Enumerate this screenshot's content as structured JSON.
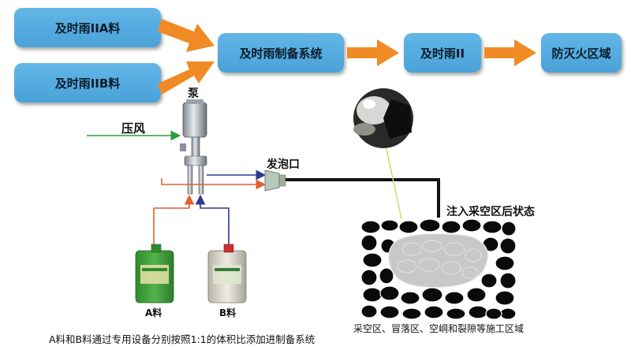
{
  "boxes": {
    "a_material": "及时雨IIA料",
    "b_material": "及时雨IIB料",
    "prep_system": "及时雨制备系统",
    "product": "及时雨II",
    "target_area": "防灭火区域"
  },
  "labels": {
    "pump": "泵",
    "compressed_air": "压风",
    "foam_outlet": "发泡口",
    "after_injection": "注入采空区后状态",
    "drum_a": "A料",
    "drum_b": "B料",
    "area_caption": "采空区、冒落区、空峒和裂隙等施工区域",
    "bottom_caption": "A料和B料通过专用设备分别按照1:1的体积比添加进制备系统"
  },
  "colors": {
    "box_fill": "#55aee2",
    "flow_arrow": "#f08a24",
    "air_line": "#2e9a3a",
    "a_line": "#e06030",
    "b_line": "#2d3a8c",
    "pipe": "#111111"
  }
}
